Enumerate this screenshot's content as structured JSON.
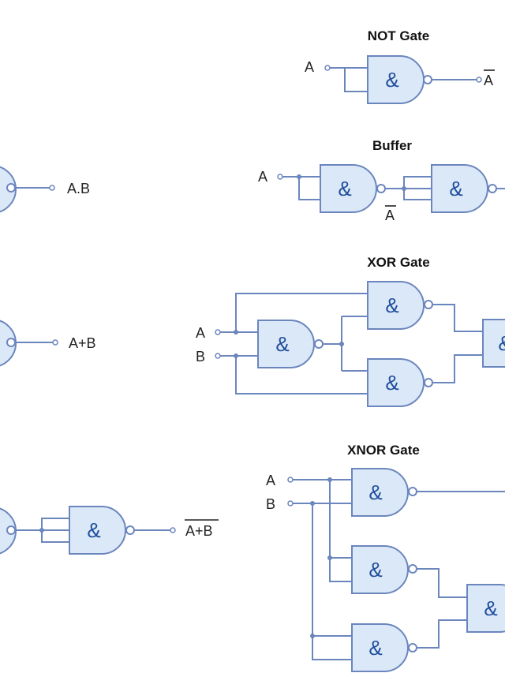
{
  "sections": {
    "not": {
      "title": "NOT Gate",
      "input": "A",
      "output": "A",
      "output_overline": true
    },
    "buffer": {
      "title": "Buffer",
      "input": "A",
      "mid": "A",
      "mid_overline": true
    },
    "xor": {
      "title": "XOR Gate",
      "inputs": [
        "A",
        "B"
      ]
    },
    "xnor": {
      "title": "XNOR Gate",
      "inputs": [
        "A",
        "B"
      ]
    },
    "and": {
      "output": "A.B"
    },
    "or": {
      "output": "A+B"
    },
    "nor": {
      "output": "A+B",
      "output_overline": true
    }
  },
  "gate_symbol": "&",
  "colors": {
    "wire": "#6b86bd",
    "gate_fill": "#dbe8f8",
    "symbol": "#1f4e9c"
  }
}
